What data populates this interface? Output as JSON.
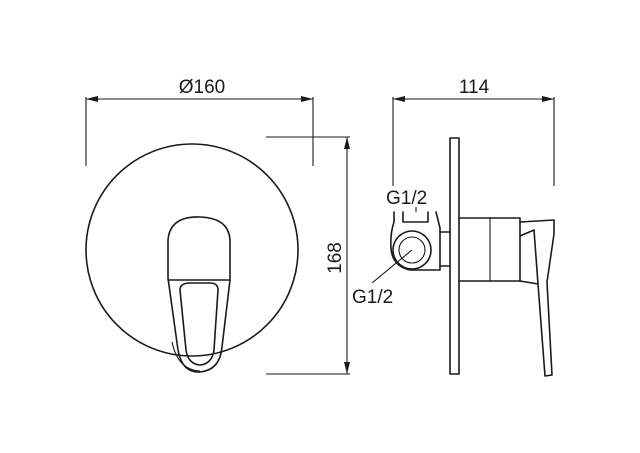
{
  "dimensions": {
    "diameter": "Ø160",
    "depth": "114",
    "height": "168",
    "thread_top": "G1/2",
    "thread_bottom": "G1/2"
  }
}
